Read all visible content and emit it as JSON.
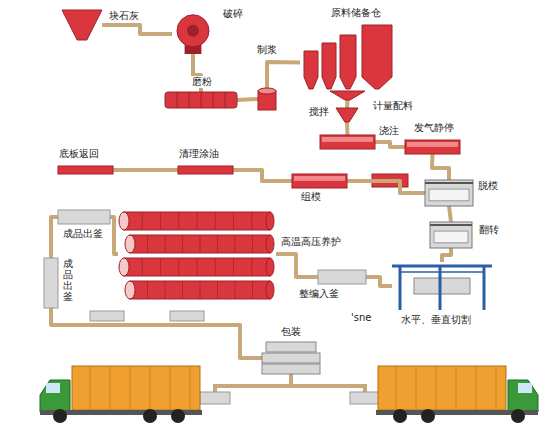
{
  "diagram": {
    "nodes": [
      {
        "text": [
          "块石灰"
        ]
      },
      {
        "text": [
          "破碎"
        ]
      },
      {
        "text": [
          "原料储备仓"
        ]
      },
      {
        "text": [
          "磨粉"
        ]
      },
      {
        "text": [
          "制浆"
        ]
      },
      {
        "text": [
          "搅拌"
        ]
      },
      {
        "text": [
          "浇注"
        ]
      },
      {
        "text": [
          "发气静停"
        ]
      },
      {
        "text": [
          "脱模"
        ]
      },
      {
        "text": [
          "底板返回"
        ]
      },
      {
        "text": [
          "清理涂油"
        ]
      },
      {
        "text": [
          "组模"
        ]
      },
      {
        "text": [
          "翻转"
        ]
      },
      {
        "text": [
          "成品出釜"
        ]
      },
      {
        "text": [
          "高温高压养护"
        ]
      },
      {
        "text": [
          "成品出釜"
        ]
      },
      {
        "text": [
          "整编入釜"
        ]
      },
      {
        "text": [
          "水平、垂直切割"
        ]
      },
      {
        "text": [
          "包装"
        ]
      }
    ],
    "edges": [
      {
        "from": 0,
        "to": 1,
        "arrow": "none"
      },
      {
        "from": 1,
        "to": 3,
        "arrow": "none"
      },
      {
        "from": 3,
        "to": 4,
        "arrow": "none"
      },
      {
        "from": 4,
        "to": 2,
        "arrow": "none"
      },
      {
        "from": 2,
        "to": 5,
        "arrow": "none"
      },
      {
        "from": 5,
        "to": 6,
        "arrow": "none"
      },
      {
        "from": 6,
        "to": 7,
        "arrow": "none"
      },
      {
        "from": 7,
        "to": 8,
        "arrow": "none"
      },
      {
        "from": 8,
        "to": 12,
        "arrow": "none"
      },
      {
        "from": 12,
        "to": 17,
        "arrow": "none"
      },
      {
        "from": 17,
        "to": 16,
        "arrow": "none"
      },
      {
        "from": 16,
        "to": 14,
        "arrow": "none"
      },
      {
        "from": 14,
        "to": 13,
        "arrow": "none"
      },
      {
        "from": 13,
        "to": 15,
        "arrow": "none"
      },
      {
        "from": 15,
        "to": 18,
        "arrow": "none"
      },
      {
        "from": 8,
        "to": 11,
        "arrow": "none"
      },
      {
        "from": 11,
        "to": 10,
        "arrow": "none"
      },
      {
        "from": 10,
        "to": 9,
        "arrow": "none"
      }
    ],
    "labels": [
      "计量配料",
      "'sne"
    ]
  }
}
